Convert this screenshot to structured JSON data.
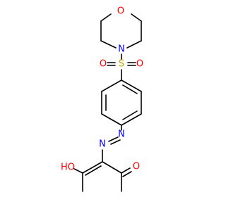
{
  "colors": {
    "bond": "#000000",
    "oxygen": "#ff0000",
    "nitrogen": "#0000ff",
    "sulfur": "#c8a000",
    "background": "#ffffff"
  },
  "atoms": {
    "morpholine_oxygen": "O",
    "morpholine_nitrogen": "N",
    "sulfonyl_sulfur": "S",
    "sulfonyl_oxygen_left": "O",
    "sulfonyl_oxygen_right": "O",
    "azo_nitrogen_upper": "N",
    "azo_nitrogen_lower": "N",
    "hydroxyl": "HO",
    "ketone_oxygen": "O"
  }
}
